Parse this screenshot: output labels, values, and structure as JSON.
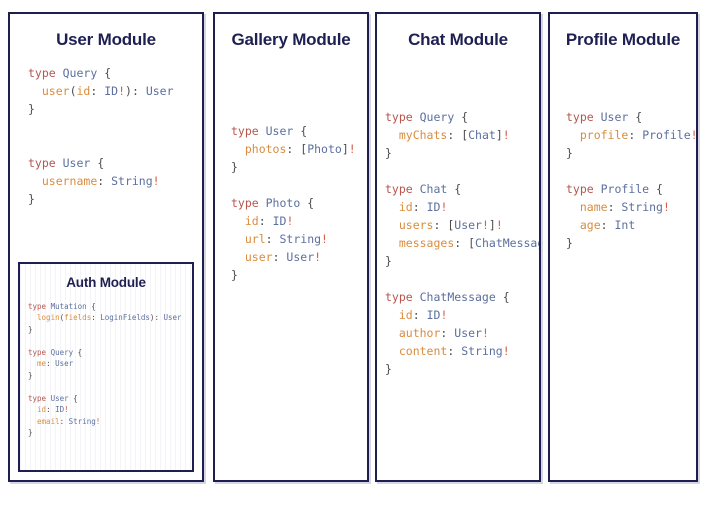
{
  "page": {
    "background": "#ffffff",
    "border_color": "#1e1e52",
    "title_color": "#1f1f52"
  },
  "syntax_colors": {
    "keyword": "#b5564e",
    "type_name": "#5c6f9e",
    "field_name": "#d98c3f",
    "punctuation": "#4d4d4d",
    "non_null_bang": "#d2604a"
  },
  "modules": {
    "user": {
      "title": "User Module",
      "code": [
        [
          {
            "t": "type ",
            "c": "kw"
          },
          {
            "t": "Query",
            "c": "type"
          },
          {
            "t": " {",
            "c": "punc"
          }
        ],
        [
          {
            "t": "  ",
            "c": "punc"
          },
          {
            "t": "user",
            "c": "fld"
          },
          {
            "t": "(",
            "c": "punc"
          },
          {
            "t": "id",
            "c": "fld"
          },
          {
            "t": ": ",
            "c": "punc"
          },
          {
            "t": "ID",
            "c": "type"
          },
          {
            "t": "!",
            "c": "bang"
          },
          {
            "t": ")",
            "c": "punc"
          },
          {
            "t": ": ",
            "c": "punc"
          },
          {
            "t": "User",
            "c": "type"
          }
        ],
        [
          {
            "t": "}",
            "c": "punc"
          }
        ],
        [
          {
            "t": "",
            "c": "punc"
          }
        ],
        [
          {
            "t": "",
            "c": "punc"
          }
        ],
        [
          {
            "t": "type ",
            "c": "kw"
          },
          {
            "t": "User",
            "c": "type"
          },
          {
            "t": " {",
            "c": "punc"
          }
        ],
        [
          {
            "t": "  ",
            "c": "punc"
          },
          {
            "t": "username",
            "c": "fld"
          },
          {
            "t": ": ",
            "c": "punc"
          },
          {
            "t": "String",
            "c": "type"
          },
          {
            "t": "!",
            "c": "bang"
          }
        ],
        [
          {
            "t": "}",
            "c": "punc"
          }
        ]
      ],
      "nested_card": {
        "title": "Auth Module",
        "code": [
          [
            {
              "t": "type ",
              "c": "kw"
            },
            {
              "t": "Mutation",
              "c": "type"
            },
            {
              "t": " {",
              "c": "punc"
            }
          ],
          [
            {
              "t": "  ",
              "c": "punc"
            },
            {
              "t": "login",
              "c": "fld"
            },
            {
              "t": "(",
              "c": "punc"
            },
            {
              "t": "fields",
              "c": "fld"
            },
            {
              "t": ": ",
              "c": "punc"
            },
            {
              "t": "LoginFields",
              "c": "type"
            },
            {
              "t": ")",
              "c": "punc"
            },
            {
              "t": ": ",
              "c": "punc"
            },
            {
              "t": "User",
              "c": "type"
            }
          ],
          [
            {
              "t": "}",
              "c": "punc"
            }
          ],
          [
            {
              "t": "",
              "c": "punc"
            }
          ],
          [
            {
              "t": "type ",
              "c": "kw"
            },
            {
              "t": "Query",
              "c": "type"
            },
            {
              "t": " {",
              "c": "punc"
            }
          ],
          [
            {
              "t": "  ",
              "c": "punc"
            },
            {
              "t": "me",
              "c": "fld"
            },
            {
              "t": ": ",
              "c": "punc"
            },
            {
              "t": "User",
              "c": "type"
            }
          ],
          [
            {
              "t": "}",
              "c": "punc"
            }
          ],
          [
            {
              "t": "",
              "c": "punc"
            }
          ],
          [
            {
              "t": "type ",
              "c": "kw"
            },
            {
              "t": "User",
              "c": "type"
            },
            {
              "t": " {",
              "c": "punc"
            }
          ],
          [
            {
              "t": "  ",
              "c": "punc"
            },
            {
              "t": "id",
              "c": "fld"
            },
            {
              "t": ": ",
              "c": "punc"
            },
            {
              "t": "ID",
              "c": "type"
            },
            {
              "t": "!",
              "c": "bang"
            }
          ],
          [
            {
              "t": "  ",
              "c": "punc"
            },
            {
              "t": "email",
              "c": "fld"
            },
            {
              "t": ": ",
              "c": "punc"
            },
            {
              "t": "String",
              "c": "type"
            },
            {
              "t": "!",
              "c": "bang"
            }
          ],
          [
            {
              "t": "}",
              "c": "punc"
            }
          ]
        ]
      }
    },
    "gallery": {
      "title": "Gallery Module",
      "code": [
        [
          {
            "t": "type ",
            "c": "kw"
          },
          {
            "t": "User",
            "c": "type"
          },
          {
            "t": " {",
            "c": "punc"
          }
        ],
        [
          {
            "t": "  ",
            "c": "punc"
          },
          {
            "t": "photos",
            "c": "fld"
          },
          {
            "t": ": ",
            "c": "punc"
          },
          {
            "t": "[",
            "c": "brk"
          },
          {
            "t": "Photo",
            "c": "type"
          },
          {
            "t": "]",
            "c": "brk"
          },
          {
            "t": "!",
            "c": "bang"
          }
        ],
        [
          {
            "t": "}",
            "c": "punc"
          }
        ],
        [
          {
            "t": "",
            "c": "punc"
          }
        ],
        [
          {
            "t": "type ",
            "c": "kw"
          },
          {
            "t": "Photo",
            "c": "type"
          },
          {
            "t": " {",
            "c": "punc"
          }
        ],
        [
          {
            "t": "  ",
            "c": "punc"
          },
          {
            "t": "id",
            "c": "fld"
          },
          {
            "t": ": ",
            "c": "punc"
          },
          {
            "t": "ID",
            "c": "type"
          },
          {
            "t": "!",
            "c": "bang"
          }
        ],
        [
          {
            "t": "  ",
            "c": "punc"
          },
          {
            "t": "url",
            "c": "fld"
          },
          {
            "t": ": ",
            "c": "punc"
          },
          {
            "t": "String",
            "c": "type"
          },
          {
            "t": "!",
            "c": "bang"
          }
        ],
        [
          {
            "t": "  ",
            "c": "punc"
          },
          {
            "t": "user",
            "c": "fld"
          },
          {
            "t": ": ",
            "c": "punc"
          },
          {
            "t": "User",
            "c": "type"
          },
          {
            "t": "!",
            "c": "bang"
          }
        ],
        [
          {
            "t": "}",
            "c": "punc"
          }
        ]
      ]
    },
    "chat": {
      "title": "Chat Module",
      "code": [
        [
          {
            "t": "type ",
            "c": "kw"
          },
          {
            "t": "Query",
            "c": "type"
          },
          {
            "t": " {",
            "c": "punc"
          }
        ],
        [
          {
            "t": "  ",
            "c": "punc"
          },
          {
            "t": "myChats",
            "c": "fld"
          },
          {
            "t": ": ",
            "c": "punc"
          },
          {
            "t": "[",
            "c": "brk"
          },
          {
            "t": "Chat",
            "c": "type"
          },
          {
            "t": "]",
            "c": "brk"
          },
          {
            "t": "!",
            "c": "bang"
          }
        ],
        [
          {
            "t": "}",
            "c": "punc"
          }
        ],
        [
          {
            "t": "",
            "c": "punc"
          }
        ],
        [
          {
            "t": "type ",
            "c": "kw"
          },
          {
            "t": "Chat",
            "c": "type"
          },
          {
            "t": " {",
            "c": "punc"
          }
        ],
        [
          {
            "t": "  ",
            "c": "punc"
          },
          {
            "t": "id",
            "c": "fld"
          },
          {
            "t": ": ",
            "c": "punc"
          },
          {
            "t": "ID",
            "c": "type"
          },
          {
            "t": "!",
            "c": "bang"
          }
        ],
        [
          {
            "t": "  ",
            "c": "punc"
          },
          {
            "t": "users",
            "c": "fld"
          },
          {
            "t": ": ",
            "c": "punc"
          },
          {
            "t": "[",
            "c": "brk"
          },
          {
            "t": "User",
            "c": "type"
          },
          {
            "t": "!",
            "c": "bang"
          },
          {
            "t": "]",
            "c": "brk"
          },
          {
            "t": "!",
            "c": "bang"
          }
        ],
        [
          {
            "t": "  ",
            "c": "punc"
          },
          {
            "t": "messages",
            "c": "fld"
          },
          {
            "t": ": ",
            "c": "punc"
          },
          {
            "t": "[",
            "c": "brk"
          },
          {
            "t": "ChatMessage",
            "c": "type"
          },
          {
            "t": "]",
            "c": "brk"
          },
          {
            "t": "!",
            "c": "bang"
          }
        ],
        [
          {
            "t": "}",
            "c": "punc"
          }
        ],
        [
          {
            "t": "",
            "c": "punc"
          }
        ],
        [
          {
            "t": "type ",
            "c": "kw"
          },
          {
            "t": "ChatMessage",
            "c": "type"
          },
          {
            "t": " {",
            "c": "punc"
          }
        ],
        [
          {
            "t": "  ",
            "c": "punc"
          },
          {
            "t": "id",
            "c": "fld"
          },
          {
            "t": ": ",
            "c": "punc"
          },
          {
            "t": "ID",
            "c": "type"
          },
          {
            "t": "!",
            "c": "bang"
          }
        ],
        [
          {
            "t": "  ",
            "c": "punc"
          },
          {
            "t": "author",
            "c": "fld"
          },
          {
            "t": ": ",
            "c": "punc"
          },
          {
            "t": "User",
            "c": "type"
          },
          {
            "t": "!",
            "c": "bang"
          }
        ],
        [
          {
            "t": "  ",
            "c": "punc"
          },
          {
            "t": "content",
            "c": "fld"
          },
          {
            "t": ": ",
            "c": "punc"
          },
          {
            "t": "String",
            "c": "type"
          },
          {
            "t": "!",
            "c": "bang"
          }
        ],
        [
          {
            "t": "}",
            "c": "punc"
          }
        ]
      ]
    },
    "profile": {
      "title": "Profile Module",
      "code": [
        [
          {
            "t": "type ",
            "c": "kw"
          },
          {
            "t": "User",
            "c": "type"
          },
          {
            "t": " {",
            "c": "punc"
          }
        ],
        [
          {
            "t": "  ",
            "c": "punc"
          },
          {
            "t": "profile",
            "c": "fld"
          },
          {
            "t": ": ",
            "c": "punc"
          },
          {
            "t": "Profile",
            "c": "type"
          },
          {
            "t": "!",
            "c": "bang"
          }
        ],
        [
          {
            "t": "}",
            "c": "punc"
          }
        ],
        [
          {
            "t": "",
            "c": "punc"
          }
        ],
        [
          {
            "t": "type ",
            "c": "kw"
          },
          {
            "t": "Profile",
            "c": "type"
          },
          {
            "t": " {",
            "c": "punc"
          }
        ],
        [
          {
            "t": "  ",
            "c": "punc"
          },
          {
            "t": "name",
            "c": "fld"
          },
          {
            "t": ": ",
            "c": "punc"
          },
          {
            "t": "String",
            "c": "type"
          },
          {
            "t": "!",
            "c": "bang"
          }
        ],
        [
          {
            "t": "  ",
            "c": "punc"
          },
          {
            "t": "age",
            "c": "fld"
          },
          {
            "t": ": ",
            "c": "punc"
          },
          {
            "t": "Int",
            "c": "type"
          }
        ],
        [
          {
            "t": "}",
            "c": "punc"
          }
        ]
      ]
    }
  }
}
